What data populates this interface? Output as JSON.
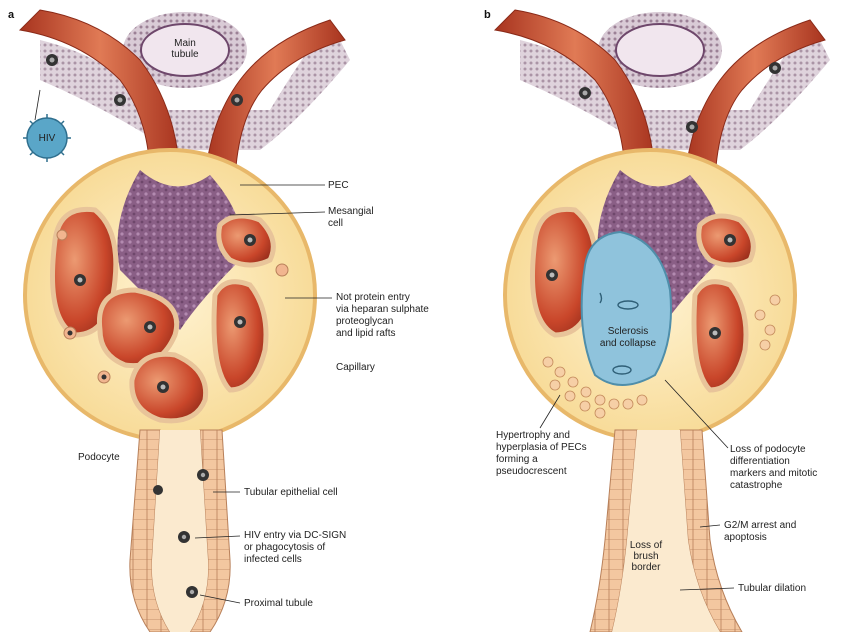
{
  "panels": [
    {
      "letter": "a",
      "labels": {
        "main_tubule": [
          "Main",
          "tubule"
        ],
        "virus": "HIV",
        "pec": "PEC",
        "mesangial": [
          "Mesangial",
          "cell"
        ],
        "podocyte_entry": [
          "Not protein entry",
          "via heparan sulphate",
          "proteoglycan",
          "and lipid rafts"
        ],
        "capillary": "Capillary",
        "podocyte": "Podocyte",
        "tubular_cell": "Tubular epithelial cell",
        "hiv_entry": [
          "HIV entry via DC-SIGN",
          "or phagocytosis of",
          "infected cells"
        ],
        "proximal": "Proximal tubule"
      }
    },
    {
      "letter": "b",
      "labels": {
        "sclerosis": [
          "Sclerosis",
          "and collapse"
        ],
        "hypertrophy": [
          "Hypertrophy and",
          "hyperplasia of PECs",
          "forming a",
          "pseudocrescent"
        ],
        "loss_markers": [
          "Loss of podocyte",
          "differentiation",
          "markers and mitotic",
          "catastrophe"
        ],
        "g2m": [
          "G2/M arrest and",
          "apoptosis"
        ],
        "brush": [
          "Loss of",
          "brush",
          "border"
        ],
        "dilation": "Tubular dilation"
      }
    }
  ],
  "colors": {
    "bowman_fill": "#fbe6ae",
    "bowman_edge": "#e8b86a",
    "capillary": "#c9462a",
    "capillary_light": "#e07a55",
    "mesangium": "#8a5f86",
    "sclerosis": "#8fc3dc",
    "tubule_cell": "#f3c7a0",
    "tubule_edge": "#b8805a",
    "virus": "#5aa6c8"
  }
}
